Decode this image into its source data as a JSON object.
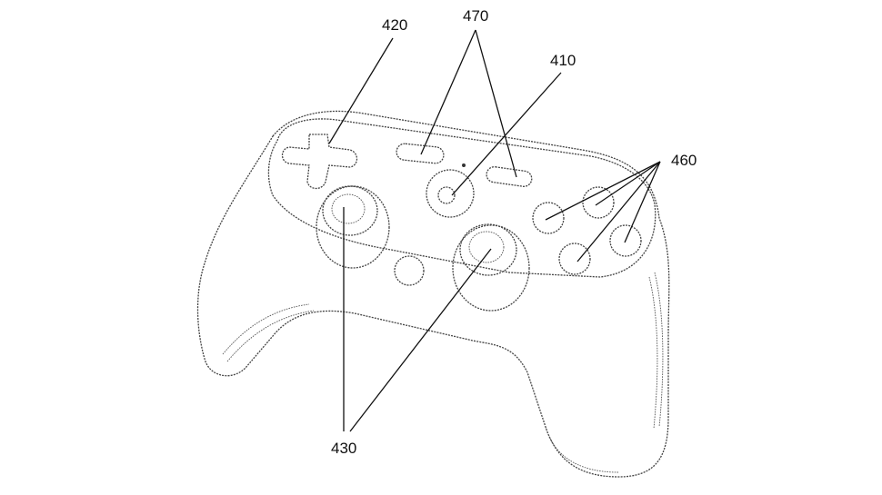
{
  "figure": {
    "subject": "game controller patent drawing",
    "background": "#ffffff",
    "line_color": "#444444"
  },
  "labels": {
    "l420": "420",
    "l470": "470",
    "l410": "410",
    "l460": "460",
    "l430": "430"
  },
  "parts": {
    "dpad": "d-pad",
    "buttons_470": "menu buttons",
    "button_410": "home button",
    "buttons_460": "face buttons",
    "sticks_430": "joysticks",
    "mic": "microphone button"
  }
}
